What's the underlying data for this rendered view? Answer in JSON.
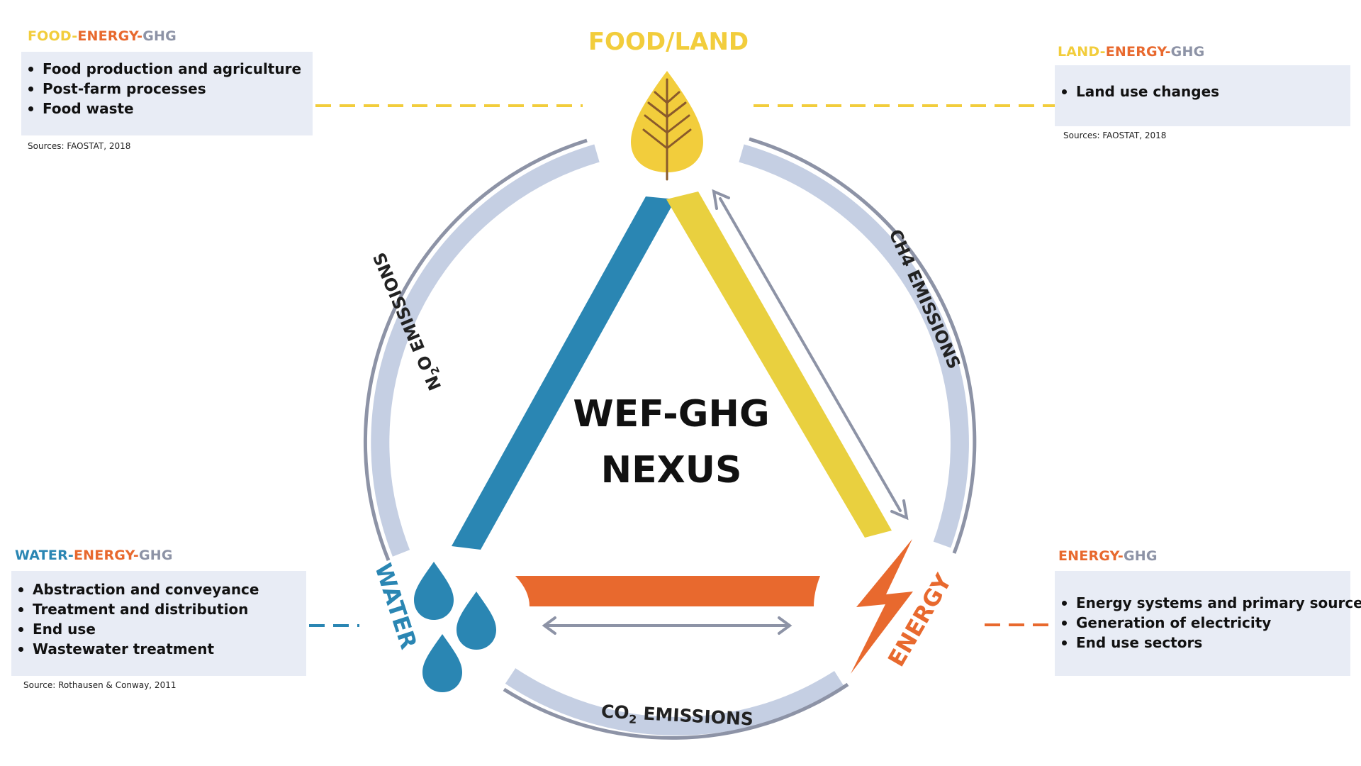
{
  "center": {
    "line1": "WEF-GHG",
    "line2": "NEXUS"
  },
  "nodes": {
    "food": {
      "label": "FOOD/LAND",
      "icon": "leaf-icon",
      "color": "#f2cd3c"
    },
    "water": {
      "label": "WATER",
      "icon": "water-drops-icon",
      "color": "#2a86b3"
    },
    "energy": {
      "label": "ENERGY",
      "icon": "lightning-bolt-icon",
      "color": "#e8692e"
    }
  },
  "emissions": {
    "n2o": {
      "main": "N",
      "sub": "2",
      "rest": "O EMISSIONS"
    },
    "ch4": "CH4 EMISSIONS",
    "co2": {
      "main": "CO",
      "sub": "2",
      "rest": " EMISSIONS"
    }
  },
  "boxes": {
    "food_energy": {
      "heading": {
        "p1": "FOOD",
        "sep1": "-",
        "p2": "ENERGY",
        "sep2": "-",
        "p3": "GHG"
      },
      "items": [
        "Food production and agriculture",
        "Post-farm processes",
        "Food waste"
      ],
      "source": "Sources: FAOSTAT, 2018"
    },
    "land_energy": {
      "heading": {
        "p1": "LAND",
        "sep1": "-",
        "p2": "ENERGY",
        "sep2": "-",
        "p3": "GHG"
      },
      "items": [
        "Land use changes"
      ],
      "source": "Sources: FAOSTAT, 2018"
    },
    "water_energy": {
      "heading": {
        "p1": "WATER",
        "sep1": "-",
        "p2": "ENERGY",
        "sep2": "-",
        "p3": "GHG"
      },
      "items": [
        "Abstraction and conveyance",
        "Treatment and distribution",
        "End use",
        "Wastewater treatment"
      ],
      "source": "Source: Rothausen & Conway, 2011"
    },
    "energy": {
      "heading": {
        "p1": "ENERGY",
        "sep1": "-",
        "p2": "GHG"
      },
      "items": [
        "Energy systems and primary source",
        "Generation of electricity",
        " End use sectors"
      ]
    }
  },
  "colors": {
    "food": "#f2cd3c",
    "energy": "#e8692e",
    "ghg": "#8d93a6",
    "water": "#2a86b3",
    "box_bg": "#e8ecf5",
    "ring_light": "#c5cfe3",
    "ring_dark": "#8d93a6"
  }
}
